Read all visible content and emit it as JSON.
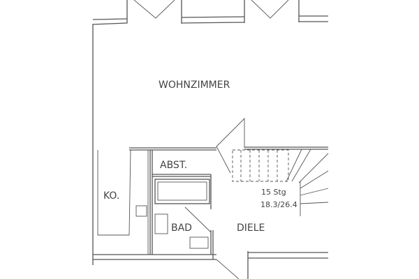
{
  "plan": {
    "rooms": {
      "living_room": "WOHNZIMMER",
      "storage": "ABST.",
      "kitchen": "KO.",
      "bathroom": "BAD",
      "hall": "DIELE"
    },
    "stairs": {
      "steps": "15 Stg",
      "dimensions": "18.3/26.4"
    },
    "line_color": "#555555"
  }
}
